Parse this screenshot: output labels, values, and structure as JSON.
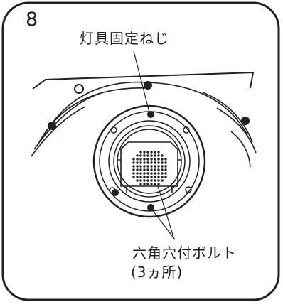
{
  "step_number": "8",
  "callouts": {
    "top_label": "灯具固定ねじ",
    "bottom_label": "六角穴付ボルト",
    "bottom_count": "(3ヵ所)"
  },
  "icons": [
    "screw-icon",
    "hex-socket-bolt-icon"
  ],
  "colors": {
    "ink": "#231f20",
    "background": "#ffffff"
  }
}
